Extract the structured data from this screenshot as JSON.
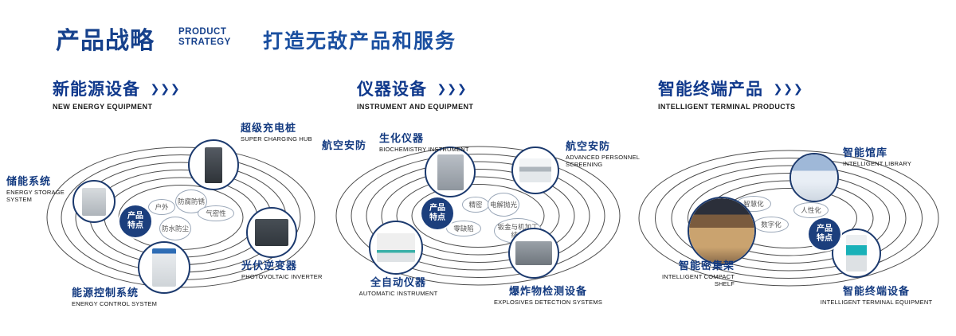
{
  "header": {
    "title_cn": "产品战略",
    "title_en": [
      "PRODUCT",
      "STRATEGY"
    ],
    "slogan": "打造无敌产品和服务"
  },
  "icons": {
    "chevrons": "❯❯❯"
  },
  "colors": {
    "navy": "#16418c",
    "blue": "#1a4fa0",
    "orbit": "#2e2e2e",
    "badge": "#1c3f7d"
  },
  "sections": [
    {
      "title_cn": "新能源设备",
      "title_en": "NEW ENERGY EQUIPMENT",
      "badge": "产品特点",
      "features": [
        "户外",
        "防腐防锈",
        "气密性",
        "防水防尘"
      ],
      "products": [
        {
          "cn": "储能系统",
          "en": "ENERGY STORAGE SYSTEM"
        },
        {
          "cn": "超级充电桩",
          "en": "SUPER CHARGING HUB"
        },
        {
          "cn": "光伏逆变器",
          "en": "PHOTOVOLTAIC INVERTER"
        },
        {
          "cn": "能源控制系统",
          "en": "ENERGY CONTROL SYSTEM"
        }
      ]
    },
    {
      "title_cn": "仪器设备",
      "title_en": "INSTRUMENT AND EQUIPMENT",
      "badge": "产品特点",
      "side_label": "航空安防",
      "features": [
        "精密",
        "电解抛光",
        "零缺陷",
        "钣金与机加工结合"
      ],
      "products": [
        {
          "cn": "生化仪器",
          "en": "BIOCHEMISTRY INSTRUMENT"
        },
        {
          "cn": "航空安防",
          "en": "ADVANCED PERSONNEL SCREENING"
        },
        {
          "cn": "全自动仪器",
          "en": "AUTOMATIC INSTRUMENT"
        },
        {
          "cn": "爆炸物检测设备",
          "en": "EXPLOSIVES DETECTION SYSTEMS"
        }
      ]
    },
    {
      "title_cn": "智能终端产品",
      "title_en": "INTELLIGENT TERMINAL PRODUCTS",
      "badge": "产品特点",
      "features": [
        "智慧化",
        "数字化",
        "人性化"
      ],
      "products": [
        {
          "cn": "智能馆库",
          "en": "INTELLIGENT LIBRARY"
        },
        {
          "cn": "智能密集架",
          "en": "INTELLIGENT COMPACT SHELF"
        },
        {
          "cn": "智能终端设备",
          "en": "INTELLIGENT TERMINAL EQUIPMENT"
        }
      ]
    }
  ]
}
